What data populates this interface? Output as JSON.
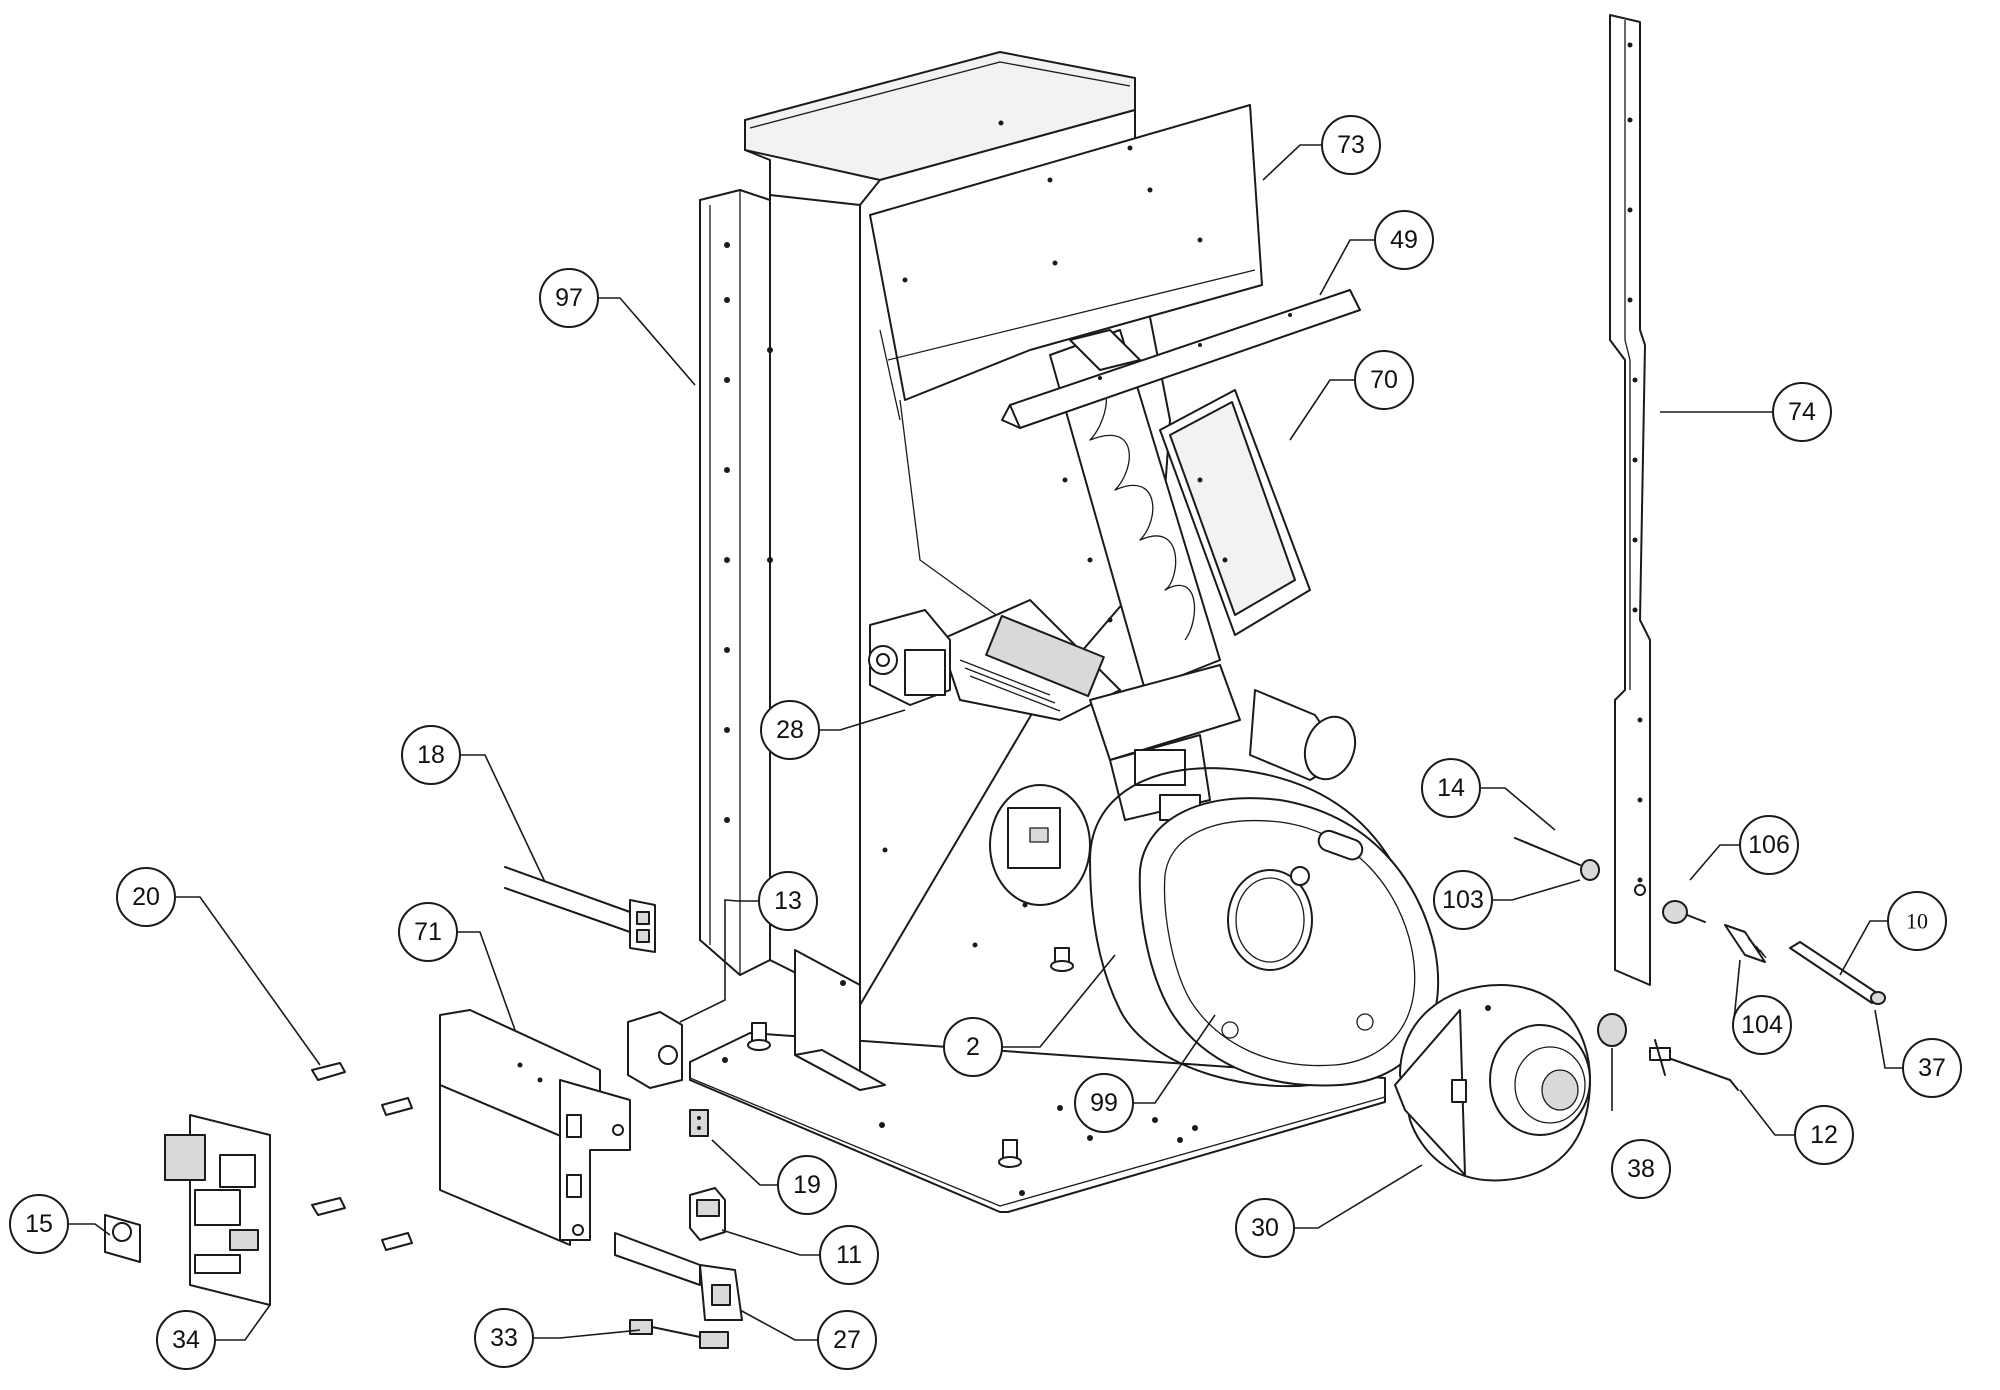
{
  "callouts": [
    {
      "id": "97",
      "label": "97"
    },
    {
      "id": "73",
      "label": "73"
    },
    {
      "id": "49",
      "label": "49"
    },
    {
      "id": "70",
      "label": "70"
    },
    {
      "id": "74",
      "label": "74"
    },
    {
      "id": "28",
      "label": "28"
    },
    {
      "id": "18",
      "label": "18"
    },
    {
      "id": "14",
      "label": "14"
    },
    {
      "id": "106",
      "label": "106"
    },
    {
      "id": "103",
      "label": "103"
    },
    {
      "id": "10",
      "label": "10"
    },
    {
      "id": "20",
      "label": "20"
    },
    {
      "id": "71",
      "label": "71"
    },
    {
      "id": "13",
      "label": "13"
    },
    {
      "id": "104",
      "label": "104"
    },
    {
      "id": "37",
      "label": "37"
    },
    {
      "id": "2",
      "label": "2"
    },
    {
      "id": "99",
      "label": "99"
    },
    {
      "id": "19",
      "label": "19"
    },
    {
      "id": "12",
      "label": "12"
    },
    {
      "id": "38",
      "label": "38"
    },
    {
      "id": "15",
      "label": "15"
    },
    {
      "id": "11",
      "label": "11"
    },
    {
      "id": "30",
      "label": "30"
    },
    {
      "id": "34",
      "label": "34"
    },
    {
      "id": "33",
      "label": "33"
    },
    {
      "id": "27",
      "label": "27"
    }
  ]
}
